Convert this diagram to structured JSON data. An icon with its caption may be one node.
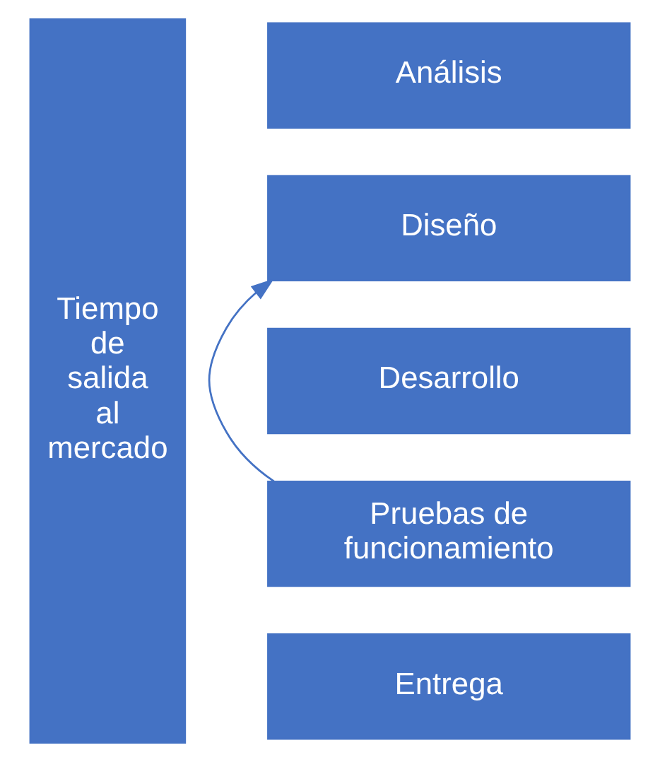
{
  "diagram": {
    "nodes": [
      {
        "text": [
          "Análisis"
        ]
      },
      {
        "text": [
          "Diseño"
        ]
      },
      {
        "text": [
          "Desarrollo"
        ]
      },
      {
        "text": [
          "Pruebas de funcionamiento"
        ]
      },
      {
        "text": [
          "Entrega"
        ]
      },
      {
        "text": [
          "Tiempo de salida al mercado"
        ]
      }
    ],
    "edges": [
      {
        "from": 3,
        "to": 1,
        "arrow": "to"
      }
    ]
  }
}
